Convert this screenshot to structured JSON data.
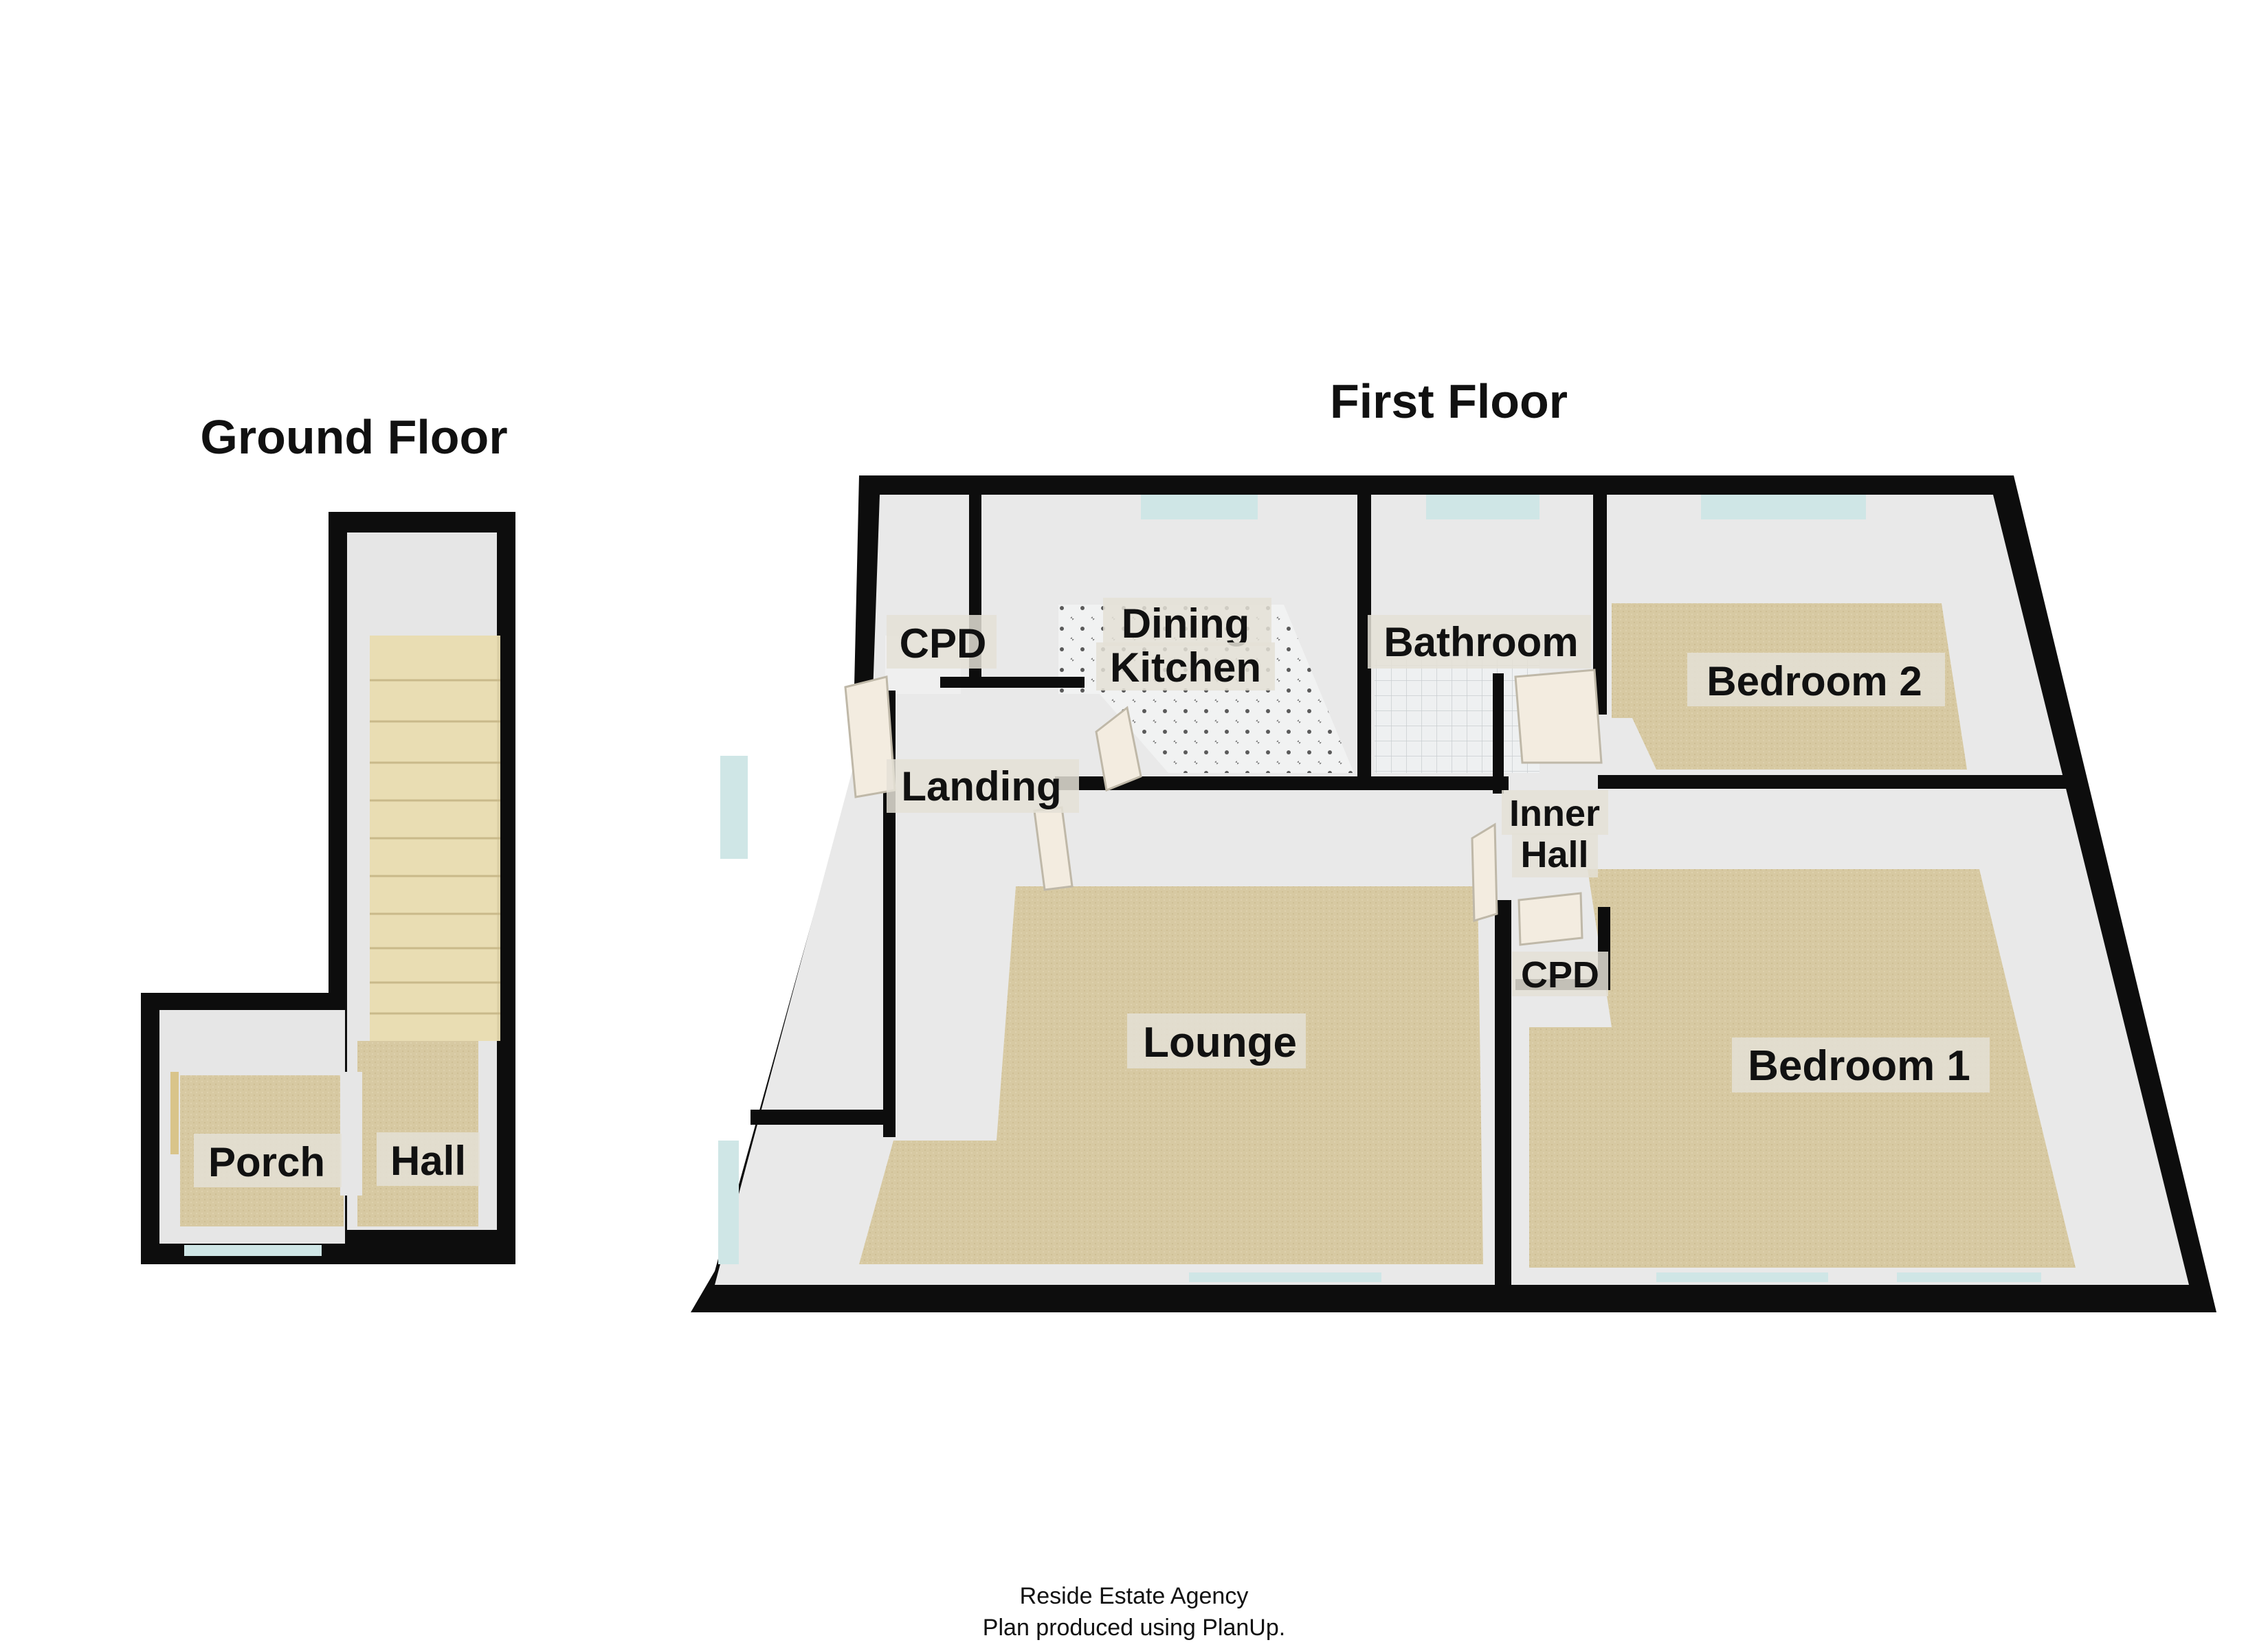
{
  "floors": {
    "ground": {
      "title": "Ground Floor",
      "rooms": {
        "porch": "Porch",
        "hall": "Hall"
      }
    },
    "first": {
      "title": "First Floor",
      "rooms": {
        "cpd_left": "CPD",
        "dining_kitchen_line1": "Dining",
        "dining_kitchen_line2": "Kitchen",
        "bathroom": "Bathroom",
        "bedroom2": "Bedroom 2",
        "landing": "Landing",
        "inner_hall_line1": "Inner",
        "inner_hall_line2": "Hall",
        "cpd_right": "CPD",
        "lounge": "Lounge",
        "bedroom1": "Bedroom 1"
      }
    }
  },
  "footer": {
    "agency": "Reside Estate Agency",
    "credit": "Plan produced using PlanUp."
  },
  "colors": {
    "wall": "#0d0d0d",
    "carpet": "#d8cba4",
    "inner_wall": "#e6e6e6",
    "tile_floor": "#eef0f0",
    "window": "#cfe6e6",
    "stairs": "#e2d4a6"
  }
}
